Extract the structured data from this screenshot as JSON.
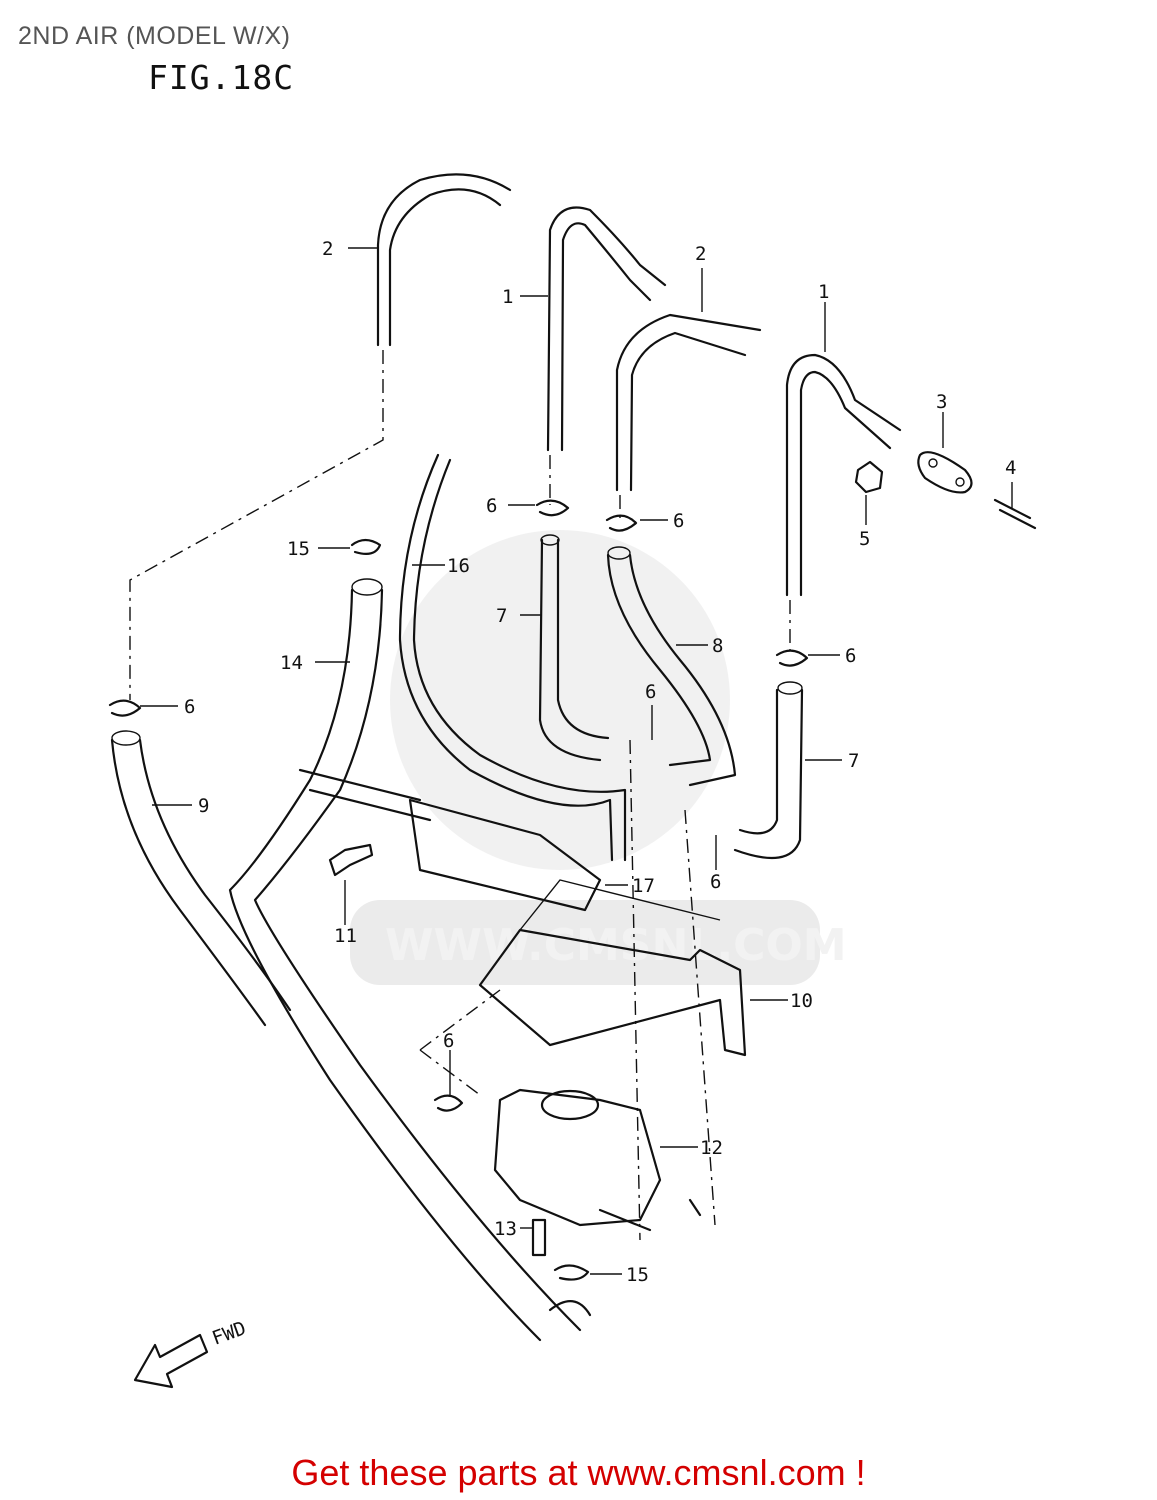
{
  "header": {
    "title": "2ND AIR (MODEL W/X)"
  },
  "figure": {
    "label": "FIG.18C",
    "direction_label": "FWD",
    "watermark_text": "WWW.CMSNL.COM",
    "callouts": [
      "1",
      "1",
      "2",
      "2",
      "3",
      "4",
      "5",
      "6",
      "6",
      "6",
      "6",
      "6",
      "6",
      "6",
      "7",
      "7",
      "8",
      "9",
      "10",
      "11",
      "12",
      "13",
      "14",
      "15",
      "15",
      "16",
      "17"
    ]
  },
  "footer": {
    "cta": "Get these parts at www.cmsnl.com !"
  },
  "colors": {
    "footer_text": "#d40000",
    "line": "#111111",
    "watermark": "#e6e6e6"
  }
}
